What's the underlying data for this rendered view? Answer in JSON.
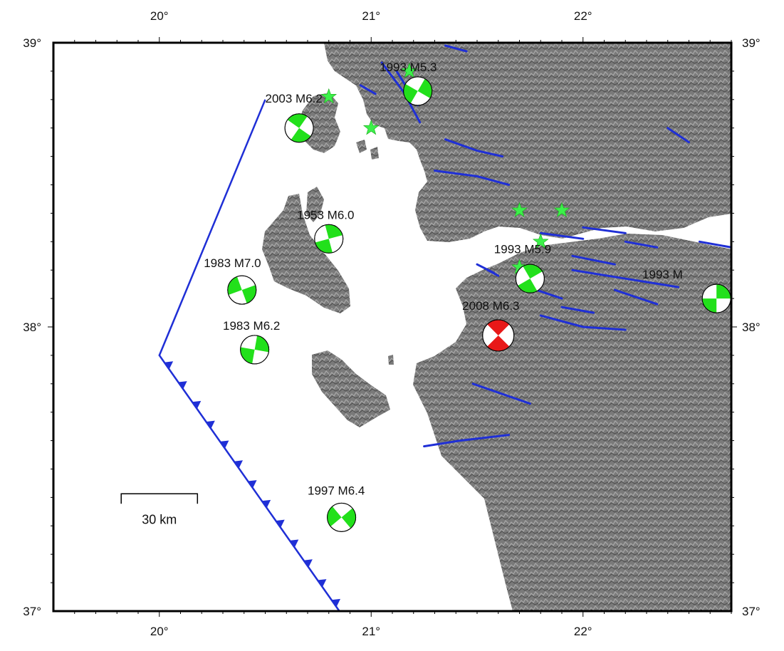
{
  "map": {
    "lon_range": [
      19.5,
      22.7
    ],
    "lat_range": [
      37.0,
      39.0
    ],
    "x_ticks": [
      {
        "value": 20,
        "label": "20°"
      },
      {
        "value": 21,
        "label": "21°"
      },
      {
        "value": 22,
        "label": "22°"
      }
    ],
    "y_ticks": [
      {
        "value": 37,
        "label": "37°"
      },
      {
        "value": 38,
        "label": "38°"
      },
      {
        "value": 39,
        "label": "39°"
      }
    ],
    "scale_bar": {
      "label": "30 km",
      "lon_start": 19.82,
      "lon_end": 20.18,
      "lat": 37.3
    },
    "colors": {
      "land": "#7d7d7d",
      "sea": "#ffffff",
      "fault": "#1f2fd6",
      "mechanism_historic": "#22e01b",
      "mechanism_2008": "#e81818",
      "star": "#3cf04a"
    },
    "earthquakes": [
      {
        "label": "2003 M6.2",
        "lon": 20.66,
        "lat": 38.7,
        "label_lon": 20.5,
        "label_lat": 38.79,
        "color": "green"
      },
      {
        "label": "1993 M5.3",
        "lon": 21.22,
        "lat": 38.83,
        "label_lon": 21.04,
        "label_lat": 38.9,
        "color": "green"
      },
      {
        "label": "1953 M6.0",
        "lon": 20.8,
        "lat": 38.31,
        "label_lon": 20.65,
        "label_lat": 38.38,
        "color": "green"
      },
      {
        "label": "1983 M7.0",
        "lon": 20.39,
        "lat": 38.13,
        "label_lon": 20.21,
        "label_lat": 38.21,
        "color": "green"
      },
      {
        "label": "1983 M6.2",
        "lon": 20.45,
        "lat": 37.92,
        "label_lon": 20.3,
        "label_lat": 37.99,
        "color": "green"
      },
      {
        "label": "1993 M5.9",
        "lon": 21.75,
        "lat": 38.17,
        "label_lon": 21.58,
        "label_lat": 38.26,
        "color": "green"
      },
      {
        "label": "1993 M",
        "lon": 22.63,
        "lat": 38.1,
        "label_lon": 22.28,
        "label_lat": 38.17,
        "color": "green"
      },
      {
        "label": "2008 M6.3",
        "lon": 21.6,
        "lat": 37.97,
        "label_lon": 21.43,
        "label_lat": 38.06,
        "color": "red"
      },
      {
        "label": "1997 M6.4",
        "lon": 20.86,
        "lat": 37.33,
        "label_lon": 20.7,
        "label_lat": 37.41,
        "color": "green"
      }
    ],
    "stars": [
      {
        "lon": 20.8,
        "lat": 38.81
      },
      {
        "lon": 21.0,
        "lat": 38.7
      },
      {
        "lon": 21.18,
        "lat": 38.9
      },
      {
        "lon": 21.7,
        "lat": 38.41
      },
      {
        "lon": 21.9,
        "lat": 38.41
      },
      {
        "lon": 21.8,
        "lat": 38.3
      },
      {
        "lon": 21.7,
        "lat": 38.21
      },
      {
        "lon": 21.78,
        "lat": 38.19
      }
    ]
  }
}
